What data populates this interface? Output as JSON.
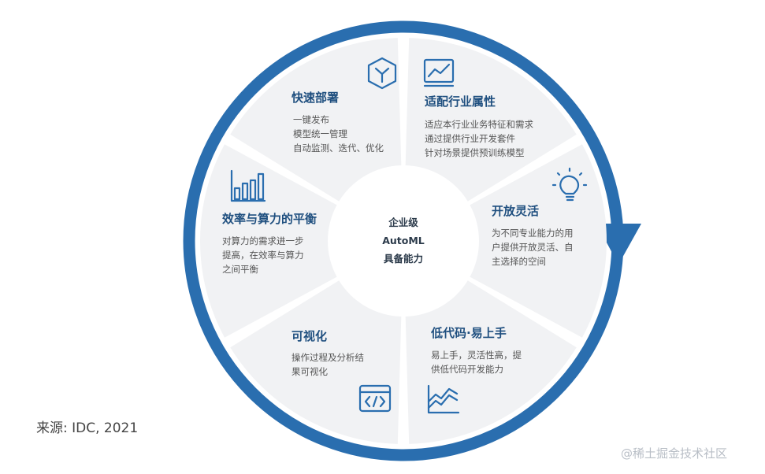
{
  "colors": {
    "ring": "#2a6eaf",
    "segment": "#f1f2f4",
    "title": "#1f4f7f",
    "body": "#555555"
  },
  "center": {
    "lines": [
      "企业级",
      "AutoML",
      "具备能力"
    ]
  },
  "segments": [
    {
      "id": "quick-deploy",
      "title": "快速部署",
      "icon": "cube-icon",
      "lines": [
        "一键发布",
        "模型统一管理",
        "自动监测、迭代、优化"
      ]
    },
    {
      "id": "industry-fit",
      "title": "适配行业属性",
      "icon": "line-chart-icon",
      "lines": [
        "适应本行业业务特征和需求",
        "通过提供行业开发套件",
        "针对场景提供预训练模型"
      ]
    },
    {
      "id": "open-flexible",
      "title": "开放灵活",
      "icon": "lightbulb-icon",
      "lines": [
        "为不同专业能力的用",
        "户提供开放灵活、自",
        "主选择的空间"
      ]
    },
    {
      "id": "low-code",
      "title": "低代码·易上手",
      "icon": "area-chart-icon",
      "lines": [
        "易上手，灵活性高，提",
        "供低代码开发能力"
      ]
    },
    {
      "id": "visualization",
      "title": "可视化",
      "icon": "code-window-icon",
      "lines": [
        "操作过程及分析结",
        "果可视化"
      ]
    },
    {
      "id": "efficiency-balance",
      "title": "效率与算力的平衡",
      "icon": "bar-chart-icon",
      "lines": [
        "对算力的需求进一步",
        "提高，在效率与算力",
        "之间平衡"
      ]
    }
  ],
  "source": "来源: IDC, 2021",
  "watermark": "@稀土掘金技术社区"
}
